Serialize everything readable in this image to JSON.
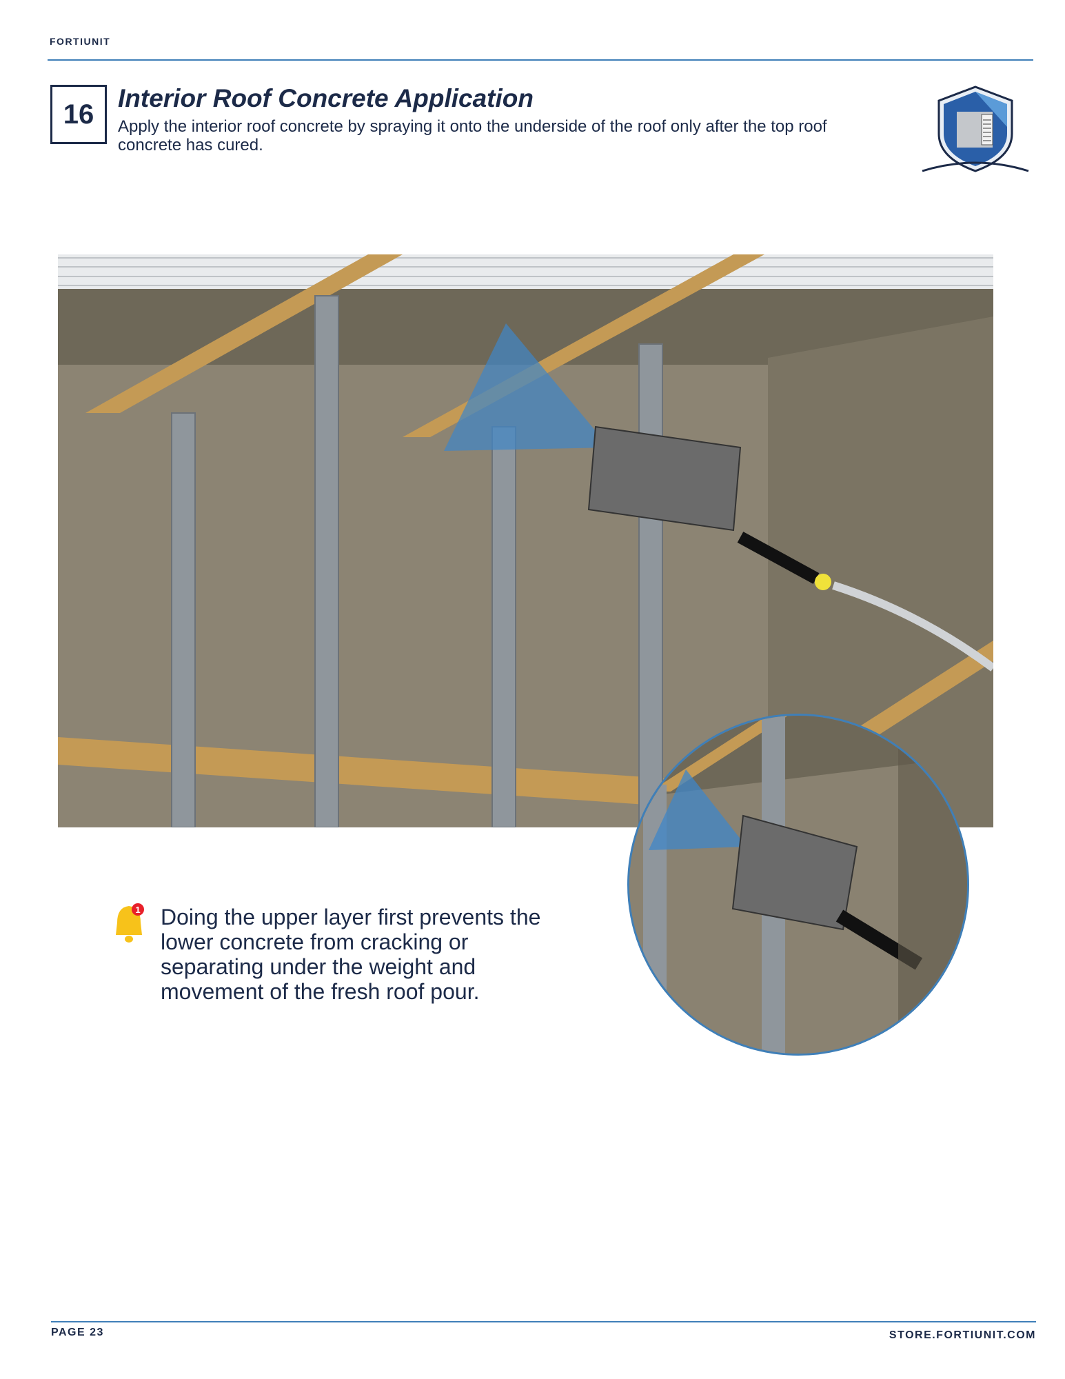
{
  "header": {
    "brand": "FORTIUNIT"
  },
  "step": {
    "number": "16",
    "title": "Interior Roof Concrete Application",
    "description": "Apply the interior roof concrete by spraying it onto the underside of the roof only after the top roof concrete has cured."
  },
  "note": {
    "icon": "bell-notification-icon",
    "badge": "1",
    "text": "Doing the upper layer first prevents the lower concrete from cracking or separating under the weight and movement of the fresh roof pour."
  },
  "footer": {
    "page": "PAGE 23",
    "website": "STORE.FORTIUNIT.COM"
  },
  "colors": {
    "navy": "#1c2a48",
    "accent_blue": "#3f7fb8",
    "bell": "#f7c21a",
    "badge": "#e8202a"
  }
}
